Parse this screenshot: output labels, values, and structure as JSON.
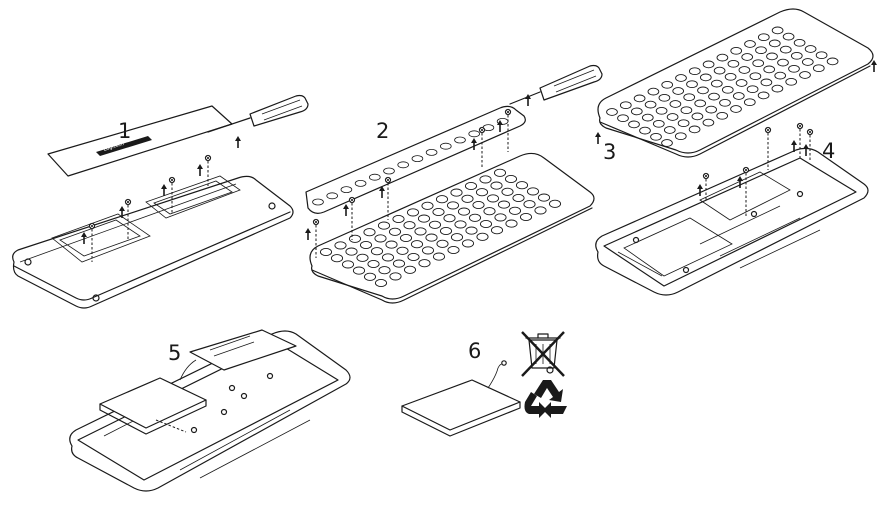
{
  "steps": [
    {
      "number": "1"
    },
    {
      "number": "2"
    },
    {
      "number": "3"
    },
    {
      "number": "4"
    },
    {
      "number": "5"
    },
    {
      "number": "6"
    }
  ],
  "brand_label": "Logitech",
  "icons": [
    "screwdriver-icon",
    "screw-icon",
    "up-arrow-icon",
    "weee-crossed-bin-icon",
    "recycle-icon"
  ],
  "colors": {
    "line": "#1a1a1a",
    "background": "#ffffff"
  }
}
